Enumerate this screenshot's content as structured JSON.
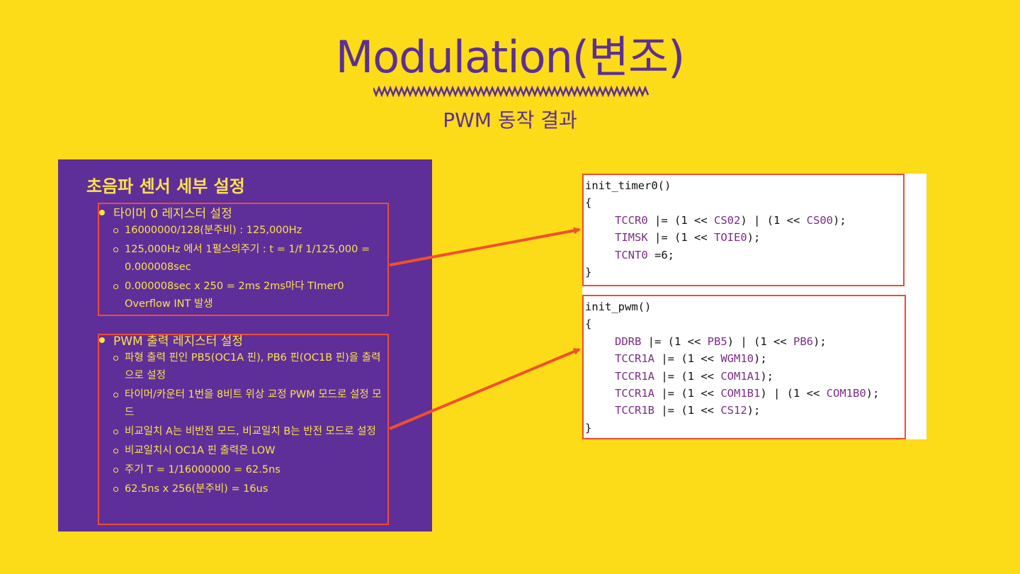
{
  "title": "Modulation(변조)",
  "subtitle": "PWM 동작 결과",
  "panel": {
    "heading": "초음파 센서 세부 설정",
    "sections": [
      {
        "label": "타이머 0 레지스터 설정",
        "items": [
          "16000000/128(분주비) : 125,000Hz",
          "125,000Hz 에서 1펄스의주기 : t = 1/f 1/125,000 = 0.000008sec",
          "0.000008sec x 250 = 2ms 2ms마다 TImer0 Overflow INT 발생"
        ]
      },
      {
        "label": "PWM 출력 레지스터 설정",
        "items": [
          " 파형 출력 핀인 PB5(OC1A 핀), PB6 핀(OC1B 핀)을 출력으로 설정",
          "타이머/카운터 1번을 8비트 위상 교정 PWM 모드로 설정 모드",
          "비교일치 A는 비반전 모드, 비교일치 B는 반전 모드로 설정",
          "비교일치시 OC1A 핀 출력은 LOW",
          "주기 T = 1/16000000 = 62.5ns",
          "62.5ns x 256(분주비) = 16us"
        ]
      }
    ]
  },
  "code_blocks": [
    {
      "lines": [
        {
          "indent": false,
          "tokens": [
            {
              "t": "init_timer0()",
              "k": "op"
            }
          ]
        },
        {
          "indent": false,
          "tokens": [
            {
              "t": "{",
              "k": "op"
            }
          ]
        },
        {
          "indent": true,
          "tokens": [
            {
              "t": "TCCR0",
              "k": "kw"
            },
            {
              "t": " |= (1 << ",
              "k": "op"
            },
            {
              "t": "CS02",
              "k": "kw"
            },
            {
              "t": ") | (1 << ",
              "k": "op"
            },
            {
              "t": "CS00",
              "k": "kw"
            },
            {
              "t": ");",
              "k": "op"
            }
          ]
        },
        {
          "indent": true,
          "tokens": [
            {
              "t": "TIMSK",
              "k": "kw"
            },
            {
              "t": " |= (1 << ",
              "k": "op"
            },
            {
              "t": "TOIE0",
              "k": "kw"
            },
            {
              "t": ");",
              "k": "op"
            }
          ]
        },
        {
          "indent": true,
          "tokens": [
            {
              "t": "TCNT0",
              "k": "kw"
            },
            {
              "t": " =6;",
              "k": "op"
            }
          ]
        },
        {
          "indent": false,
          "tokens": [
            {
              "t": "}",
              "k": "op"
            }
          ]
        }
      ]
    },
    {
      "lines": [
        {
          "indent": false,
          "tokens": [
            {
              "t": "init_pwm()",
              "k": "op"
            }
          ]
        },
        {
          "indent": false,
          "tokens": [
            {
              "t": "{",
              "k": "op"
            }
          ]
        },
        {
          "indent": true,
          "tokens": [
            {
              "t": "DDRB",
              "k": "kw"
            },
            {
              "t": " |= (1 << ",
              "k": "op"
            },
            {
              "t": "PB5",
              "k": "kw"
            },
            {
              "t": ") | (1 << ",
              "k": "op"
            },
            {
              "t": "PB6",
              "k": "kw"
            },
            {
              "t": ");",
              "k": "op"
            }
          ]
        },
        {
          "indent": true,
          "tokens": [
            {
              "t": "TCCR1A",
              "k": "kw"
            },
            {
              "t": " |= (1 << ",
              "k": "op"
            },
            {
              "t": "WGM10",
              "k": "kw"
            },
            {
              "t": ");",
              "k": "op"
            }
          ]
        },
        {
          "indent": true,
          "tokens": [
            {
              "t": "TCCR1A",
              "k": "kw"
            },
            {
              "t": " |= (1 << ",
              "k": "op"
            },
            {
              "t": "COM1A1",
              "k": "kw"
            },
            {
              "t": ");",
              "k": "op"
            }
          ]
        },
        {
          "indent": true,
          "tokens": [
            {
              "t": "TCCR1A",
              "k": "kw"
            },
            {
              "t": " |= (1 << ",
              "k": "op"
            },
            {
              "t": "COM1B1",
              "k": "kw"
            },
            {
              "t": ") | (1 << ",
              "k": "op"
            },
            {
              "t": "COM1B0",
              "k": "kw"
            },
            {
              "t": ");",
              "k": "op"
            }
          ]
        },
        {
          "indent": true,
          "tokens": [
            {
              "t": "TCCR1B",
              "k": "kw"
            },
            {
              "t": " |= (1 << ",
              "k": "op"
            },
            {
              "t": "CS12",
              "k": "kw"
            },
            {
              "t": ");",
              "k": "op"
            }
          ]
        },
        {
          "indent": false,
          "tokens": [
            {
              "t": "}",
              "k": "op"
            }
          ]
        }
      ]
    }
  ],
  "colors": {
    "background": "#fcdb18",
    "title_purple": "#5b2f96",
    "panel_purple": "#5e2f99",
    "panel_text": "#fde24a",
    "box_red": "#ef4c37",
    "arrow_orange": "#f0502d",
    "code_keyword": "#7b2c86"
  }
}
